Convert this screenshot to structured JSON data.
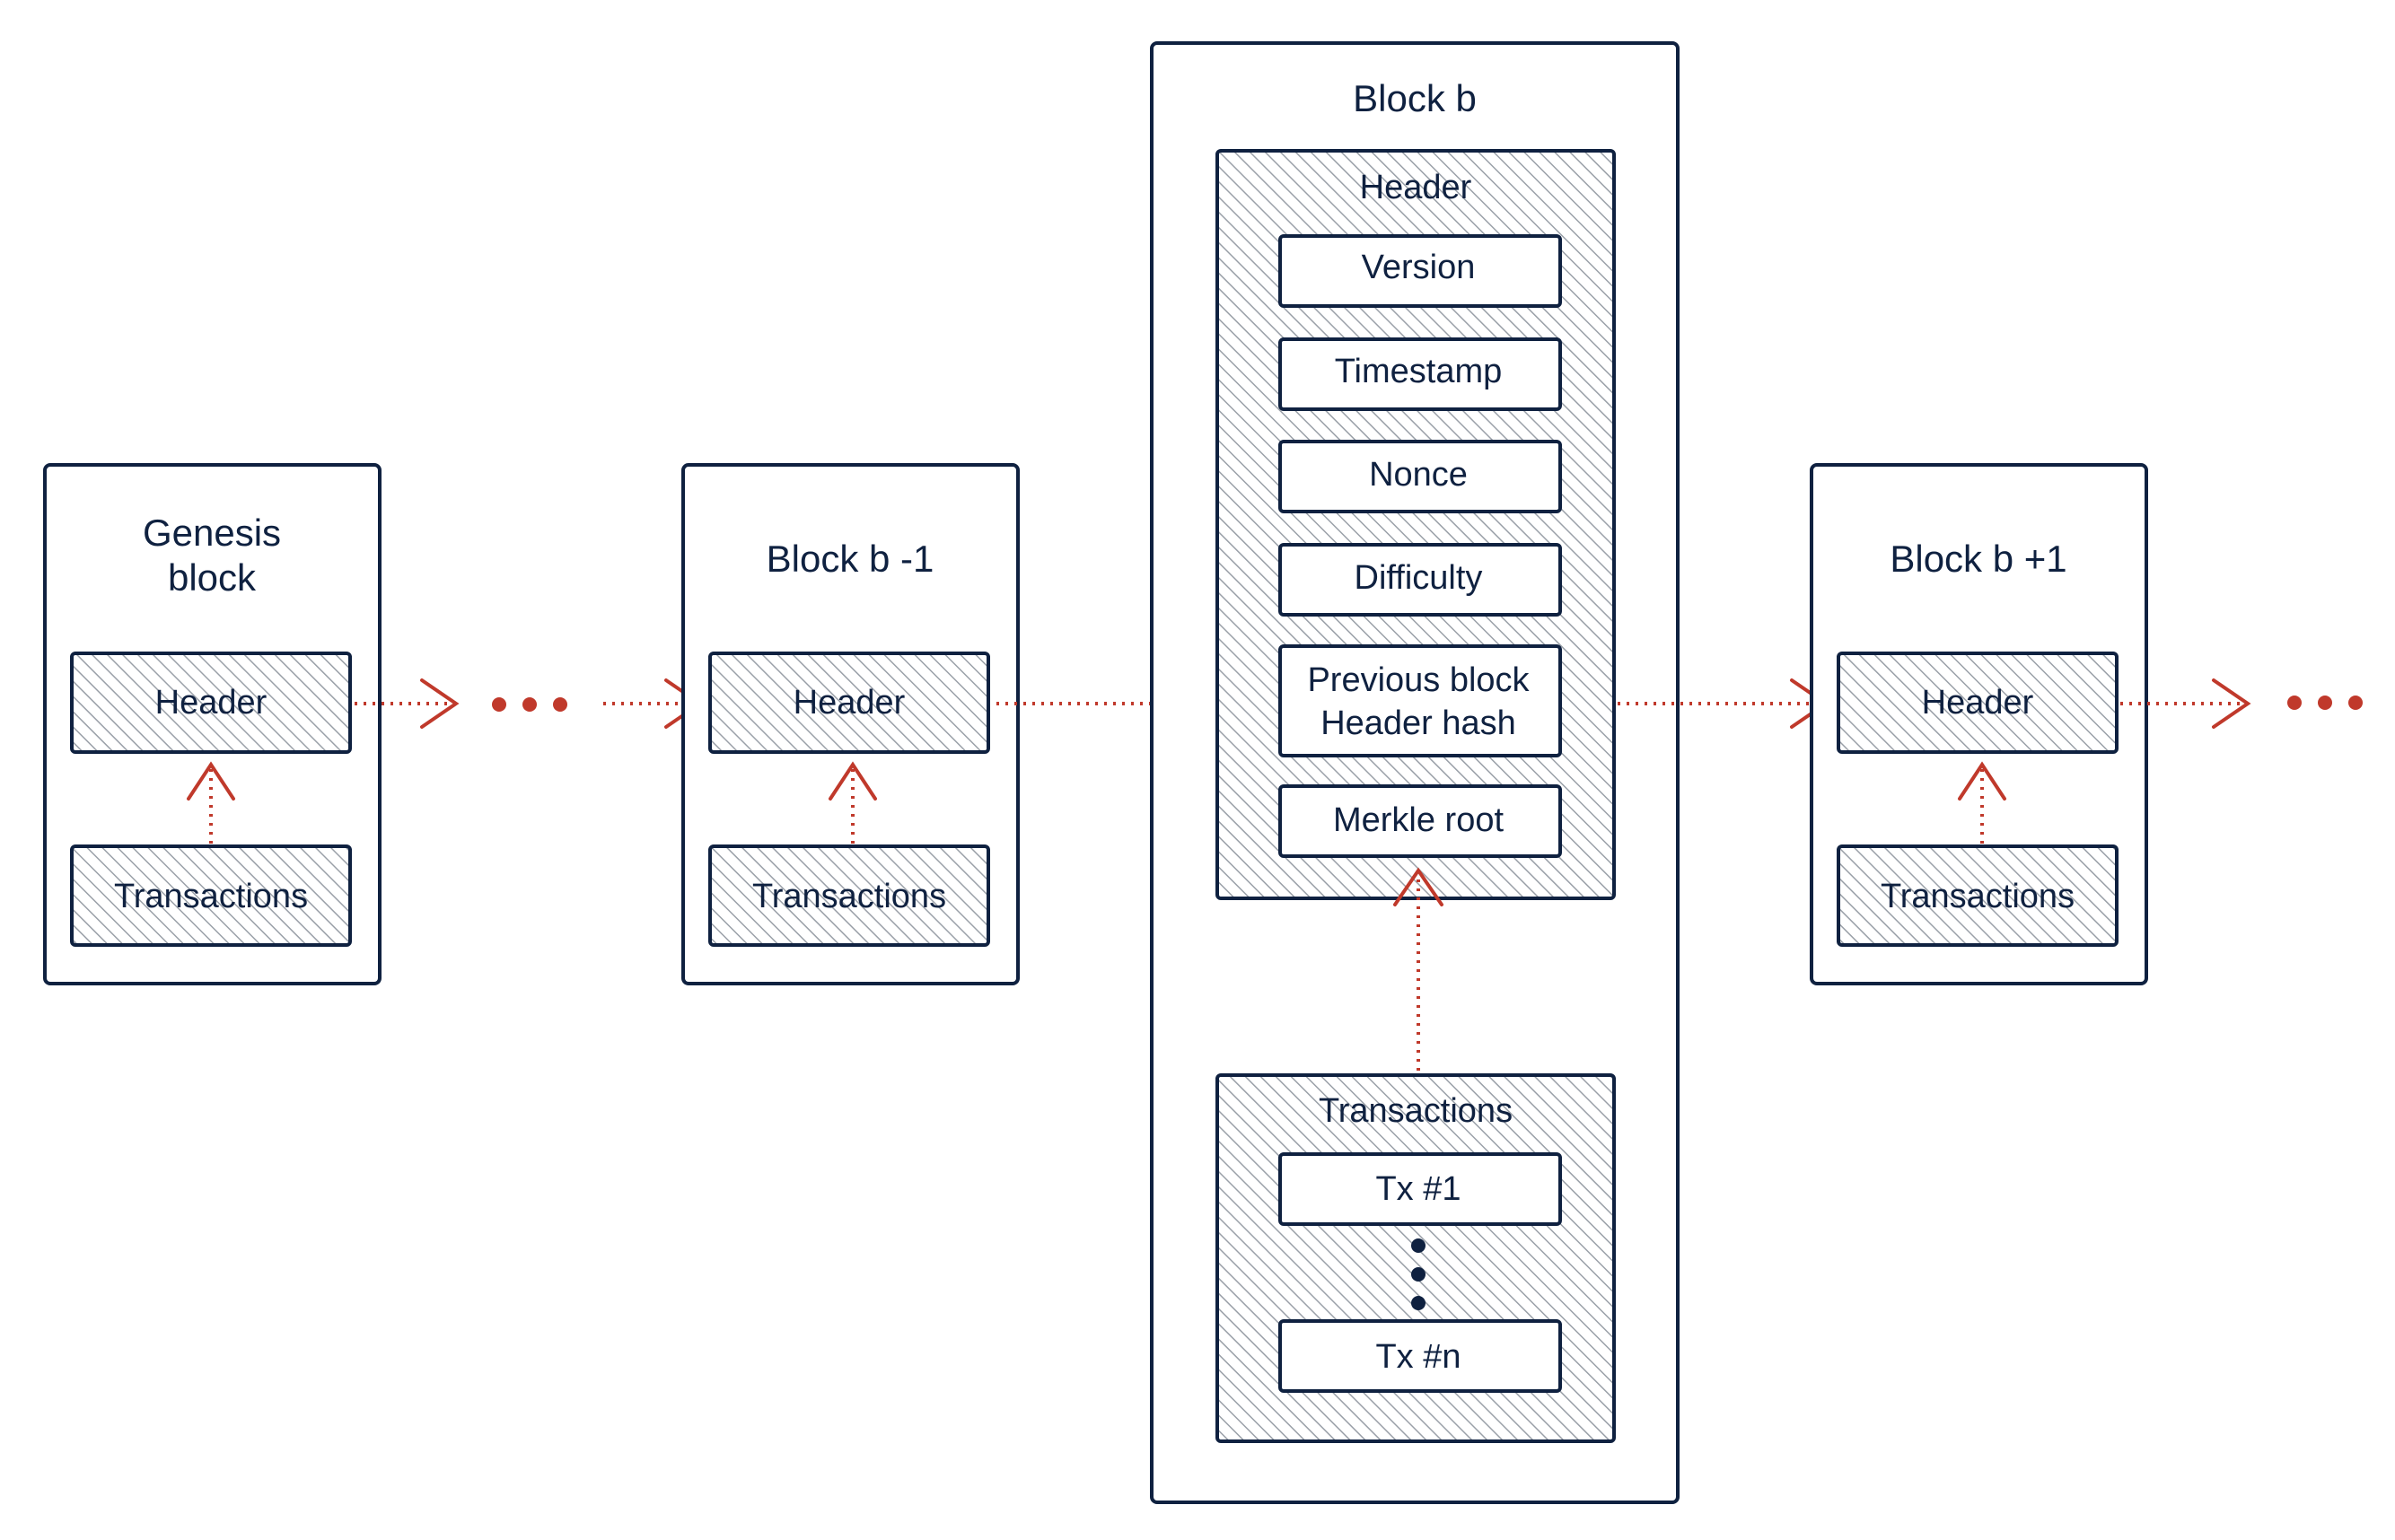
{
  "blocks": {
    "genesis": {
      "title_line1": "Genesis",
      "title_line2": "block",
      "header": "Header",
      "transactions": "Transactions"
    },
    "prev": {
      "title": "Block b -1",
      "header": "Header",
      "transactions": "Transactions"
    },
    "current": {
      "title": "Block b",
      "header_title": "Header",
      "fields": {
        "version": "Version",
        "timestamp": "Timestamp",
        "nonce": "Nonce",
        "difficulty": "Difficulty",
        "prev_hash_line1": "Previous block",
        "prev_hash_line2": "Header hash",
        "merkle_root": "Merkle root"
      },
      "transactions_title": "Transactions",
      "tx_first": "Tx  #1",
      "tx_last": "Tx  #n"
    },
    "next": {
      "title": "Block b +1",
      "header": "Header",
      "transactions": "Transactions"
    }
  },
  "colors": {
    "ink": "#0f2140",
    "arrow": "#c0392b"
  }
}
